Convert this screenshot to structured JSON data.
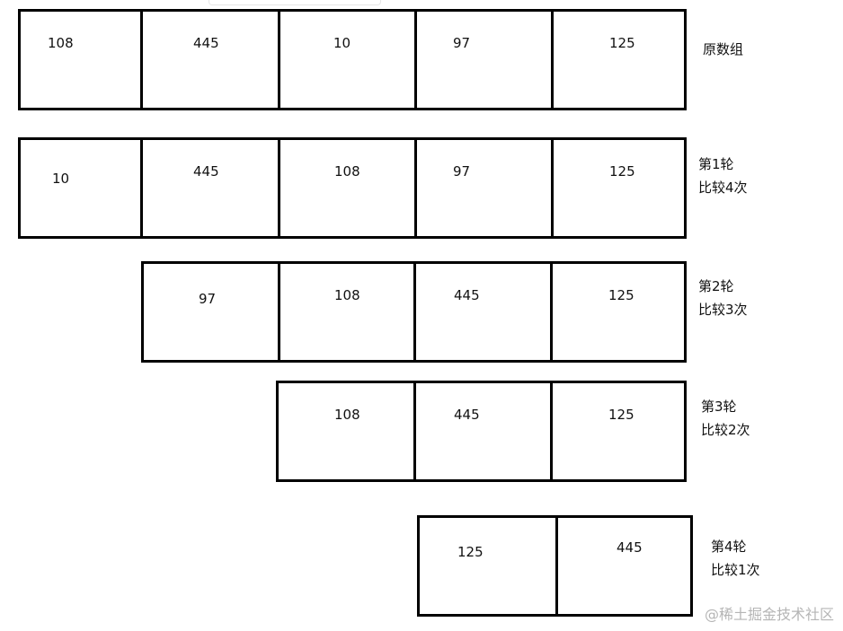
{
  "rows": [
    {
      "cells": [
        "108",
        "445",
        "10",
        "97",
        "125"
      ],
      "label": [
        "原数组"
      ]
    },
    {
      "cells": [
        "10",
        "445",
        "108",
        "97",
        "125"
      ],
      "label": [
        "第1轮",
        "比较4次"
      ]
    },
    {
      "cells": [
        "97",
        "108",
        "445",
        "125"
      ],
      "label": [
        "第2轮",
        "比较3次"
      ]
    },
    {
      "cells": [
        "108",
        "445",
        "125"
      ],
      "label": [
        "第3轮",
        "比较2次"
      ]
    },
    {
      "cells": [
        "125",
        "445"
      ],
      "label": [
        "第4轮",
        "比较1次"
      ]
    }
  ],
  "watermark": "@稀土掘金技术社区"
}
